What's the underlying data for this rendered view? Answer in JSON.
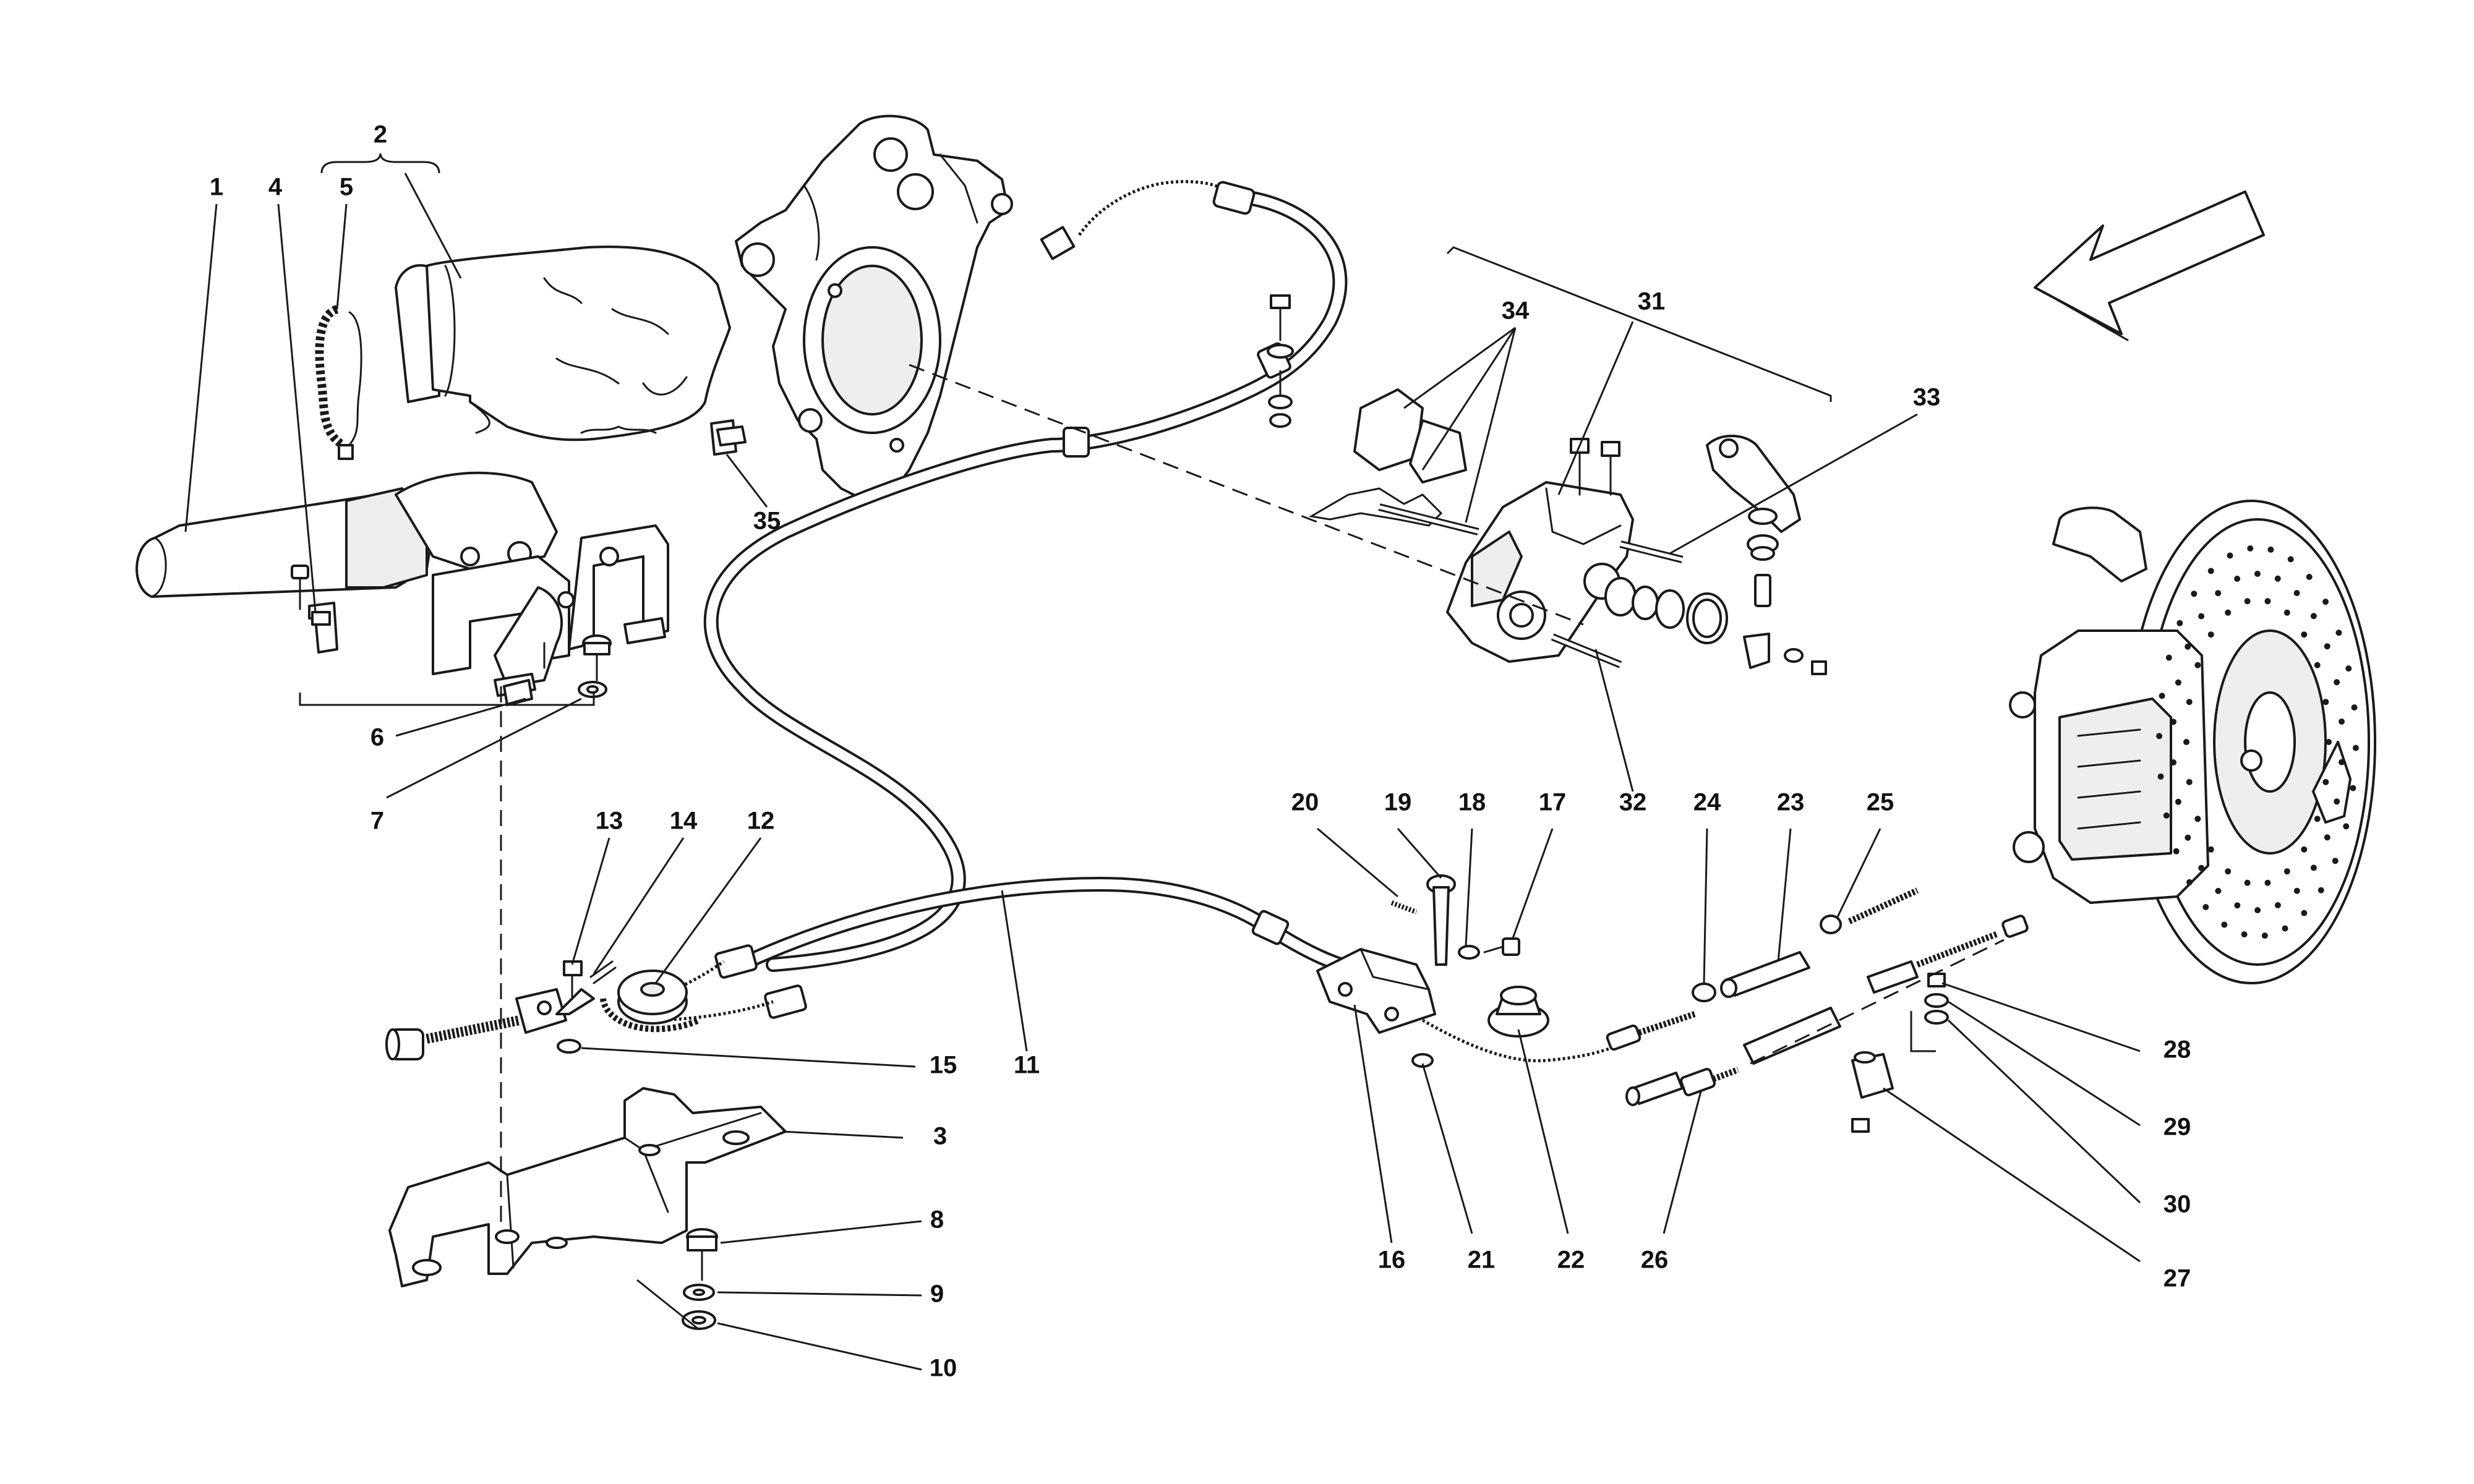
{
  "diagram": {
    "callouts": [
      {
        "id": "1",
        "text": "1"
      },
      {
        "id": "2",
        "text": "2"
      },
      {
        "id": "3",
        "text": "3"
      },
      {
        "id": "4",
        "text": "4"
      },
      {
        "id": "5",
        "text": "5"
      },
      {
        "id": "6",
        "text": "6"
      },
      {
        "id": "7",
        "text": "7"
      },
      {
        "id": "8",
        "text": "8"
      },
      {
        "id": "9",
        "text": "9"
      },
      {
        "id": "10",
        "text": "10"
      },
      {
        "id": "11",
        "text": "11"
      },
      {
        "id": "12",
        "text": "12"
      },
      {
        "id": "13",
        "text": "13"
      },
      {
        "id": "14",
        "text": "14"
      },
      {
        "id": "15",
        "text": "15"
      },
      {
        "id": "16",
        "text": "16"
      },
      {
        "id": "17",
        "text": "17"
      },
      {
        "id": "18",
        "text": "18"
      },
      {
        "id": "19",
        "text": "19"
      },
      {
        "id": "20",
        "text": "20"
      },
      {
        "id": "21",
        "text": "21"
      },
      {
        "id": "22",
        "text": "22"
      },
      {
        "id": "23",
        "text": "23"
      },
      {
        "id": "24",
        "text": "24"
      },
      {
        "id": "25",
        "text": "25"
      },
      {
        "id": "26",
        "text": "26"
      },
      {
        "id": "27",
        "text": "27"
      },
      {
        "id": "28",
        "text": "28"
      },
      {
        "id": "29",
        "text": "29"
      },
      {
        "id": "30",
        "text": "30"
      },
      {
        "id": "31",
        "text": "31"
      },
      {
        "id": "32",
        "text": "32"
      },
      {
        "id": "33",
        "text": "33"
      },
      {
        "id": "34",
        "text": "34"
      },
      {
        "id": "35",
        "text": "35"
      }
    ],
    "colors": {
      "line": "#1a1a1a",
      "background": "#ffffff",
      "shade": "#eeeeee"
    },
    "icons": {
      "direction": "direction-arrow-icon"
    }
  }
}
